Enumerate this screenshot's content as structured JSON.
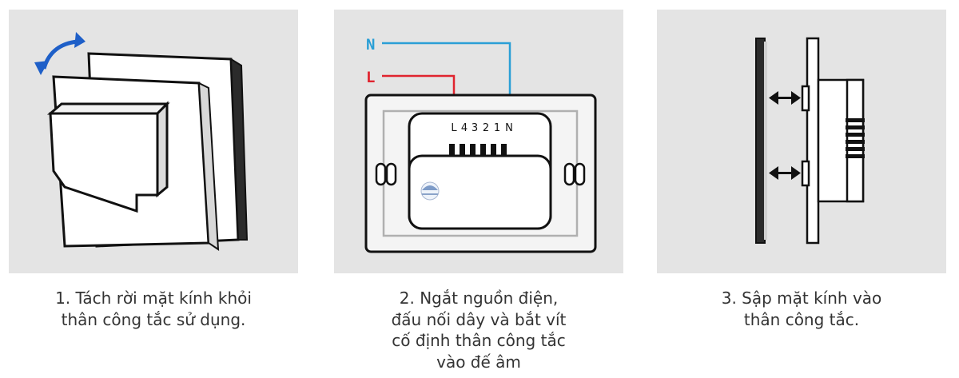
{
  "steps": [
    {
      "caption": [
        "1. Tách rời mặt kính khỏi",
        "thân công tắc sử dụng."
      ],
      "icon": "rotate-arrow-icon",
      "arrow_color": "#1e5fc8"
    },
    {
      "caption": [
        "2. Ngắt nguồn điện,",
        "đấu nối dây và bắt vít",
        "cố định thân công tắc",
        "vào đế âm"
      ],
      "wires": [
        {
          "label": "N",
          "color": "#2a9fd6"
        },
        {
          "label": "L",
          "color": "#e0242f"
        }
      ],
      "terminals": [
        "L",
        "4",
        "3",
        "2",
        "1",
        "N"
      ]
    },
    {
      "caption": [
        "3. Sập mặt kính vào",
        "thân công tắc."
      ],
      "icon": "double-arrow-icon"
    }
  ]
}
